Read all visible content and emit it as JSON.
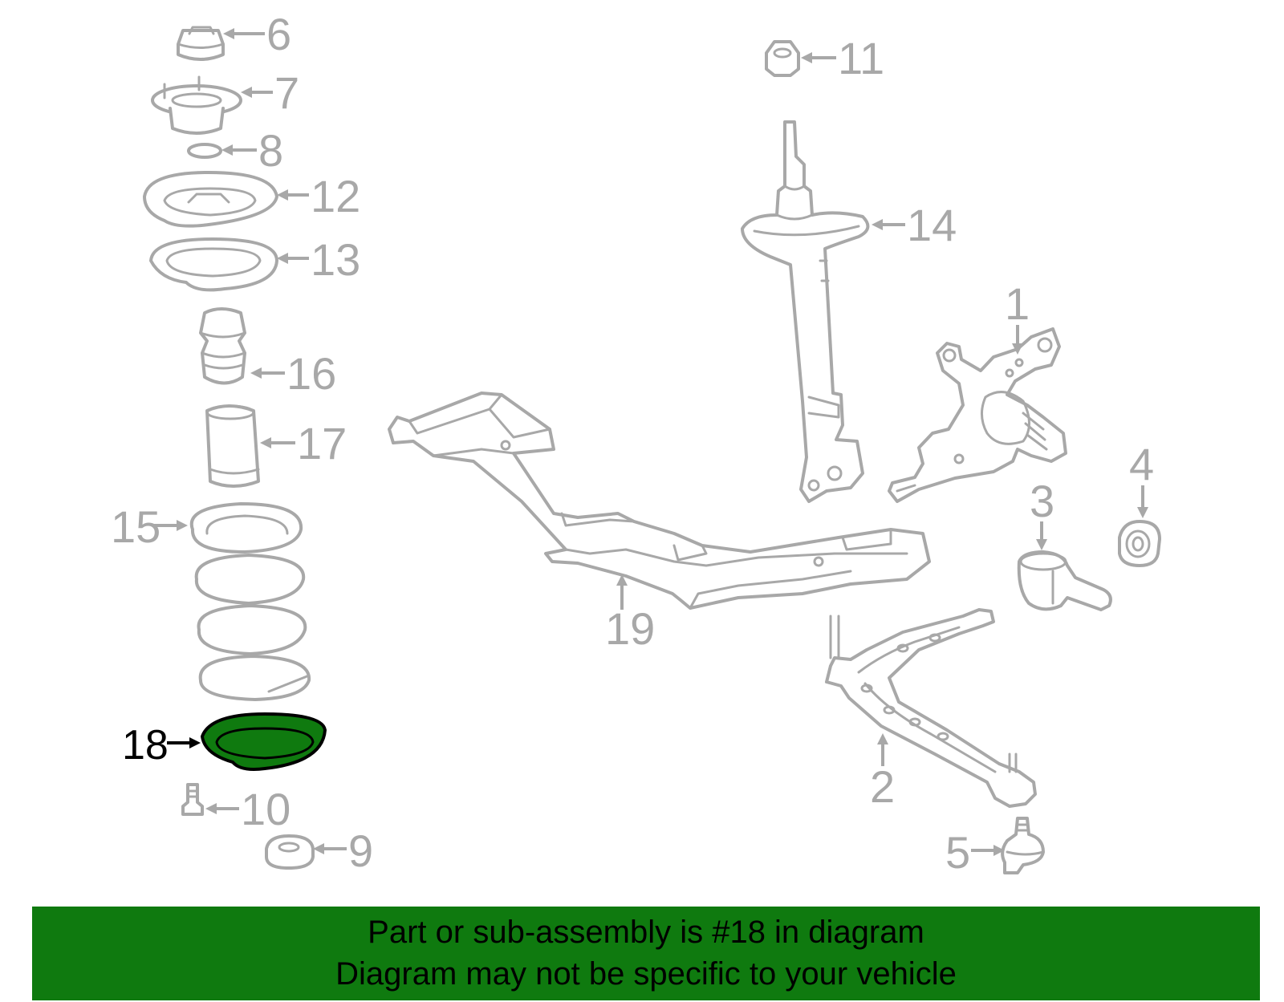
{
  "diagram": {
    "highlighted_part": "18",
    "highlight_color": "#0f7a0f",
    "line_color": "#a8a8a8",
    "callouts": [
      "1",
      "2",
      "3",
      "4",
      "5",
      "6",
      "7",
      "8",
      "9",
      "10",
      "11",
      "12",
      "13",
      "14",
      "15",
      "16",
      "17",
      "18",
      "19"
    ]
  },
  "banner": {
    "line1": "Part or sub-assembly is #18 in diagram",
    "line2": "Diagram may not be specific to your vehicle",
    "background": "#0f7a0f"
  }
}
